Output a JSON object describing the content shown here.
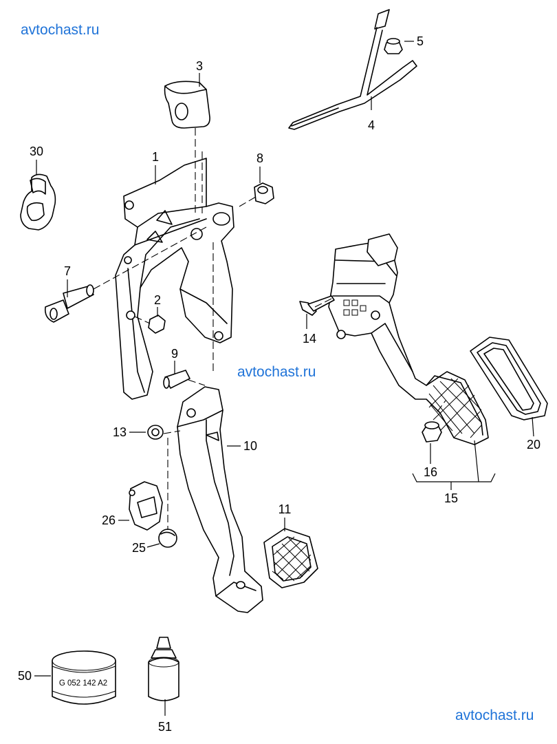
{
  "watermark": "avtochast.ru",
  "callouts": [
    "3",
    "5",
    "4",
    "30",
    "1",
    "8",
    "7",
    "2",
    "9",
    "14",
    "13",
    "10",
    "26",
    "25",
    "11",
    "16",
    "15",
    "20",
    "50",
    "51"
  ],
  "can_label": "G 052 142 A2"
}
